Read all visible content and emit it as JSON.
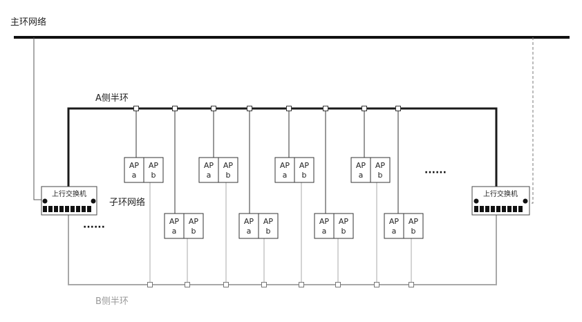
{
  "labels": {
    "main_ring": "主环网络",
    "a_side": "A侧半环",
    "b_side": "B侧半环",
    "sub_ring": "子环网络",
    "ellipsis": "······"
  },
  "switch_label": "上行交换机",
  "ap": {
    "top": "AP",
    "a": "a",
    "b": "b"
  },
  "colors": {
    "black": "#1a1a1a",
    "gray": "#a8a8a8",
    "b_label": "#9a9a9a"
  }
}
